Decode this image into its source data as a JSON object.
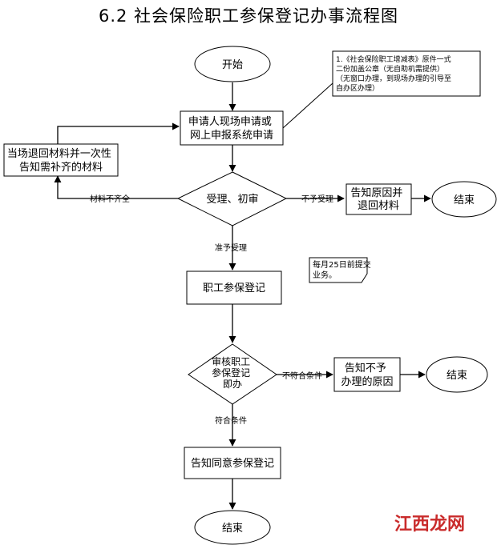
{
  "title": "6.2 社会保险职工参保登记办事流程图",
  "nodes": {
    "start": "开始",
    "apply": [
      "申请人现场申请或",
      "网上申报系统申请"
    ],
    "return_materials": [
      "当场退回材料并一次性",
      "告知需补齐的材料"
    ],
    "review": "受理、初审",
    "notify_reject": [
      "告知原因并",
      "退回材料"
    ],
    "end_reject": "结束",
    "register": "职工参保登记",
    "audit": [
      "审核职工",
      "参保登记",
      "即办"
    ],
    "notify_deny": [
      "告知不予",
      "办理的原因"
    ],
    "end_deny": "结束",
    "notify_agree": "告知同意参保登记",
    "end": "结束"
  },
  "notes": {
    "materials": [
      "1.《社会保险职工增减表》原件一式",
      "二份加盖公章（无自助机需提供）",
      "（无窗口办理，到现场办理的引导至",
      "自办区办理）"
    ],
    "deadline": [
      "每月25日前提交",
      "业务。"
    ]
  },
  "edge_labels": {
    "incomplete": "材料不齐全",
    "not_accepted": "不予受理",
    "accepted": "准予受理",
    "not_qualified": "不符合条件",
    "qualified": "符合条件"
  },
  "watermark": "江西龙网"
}
